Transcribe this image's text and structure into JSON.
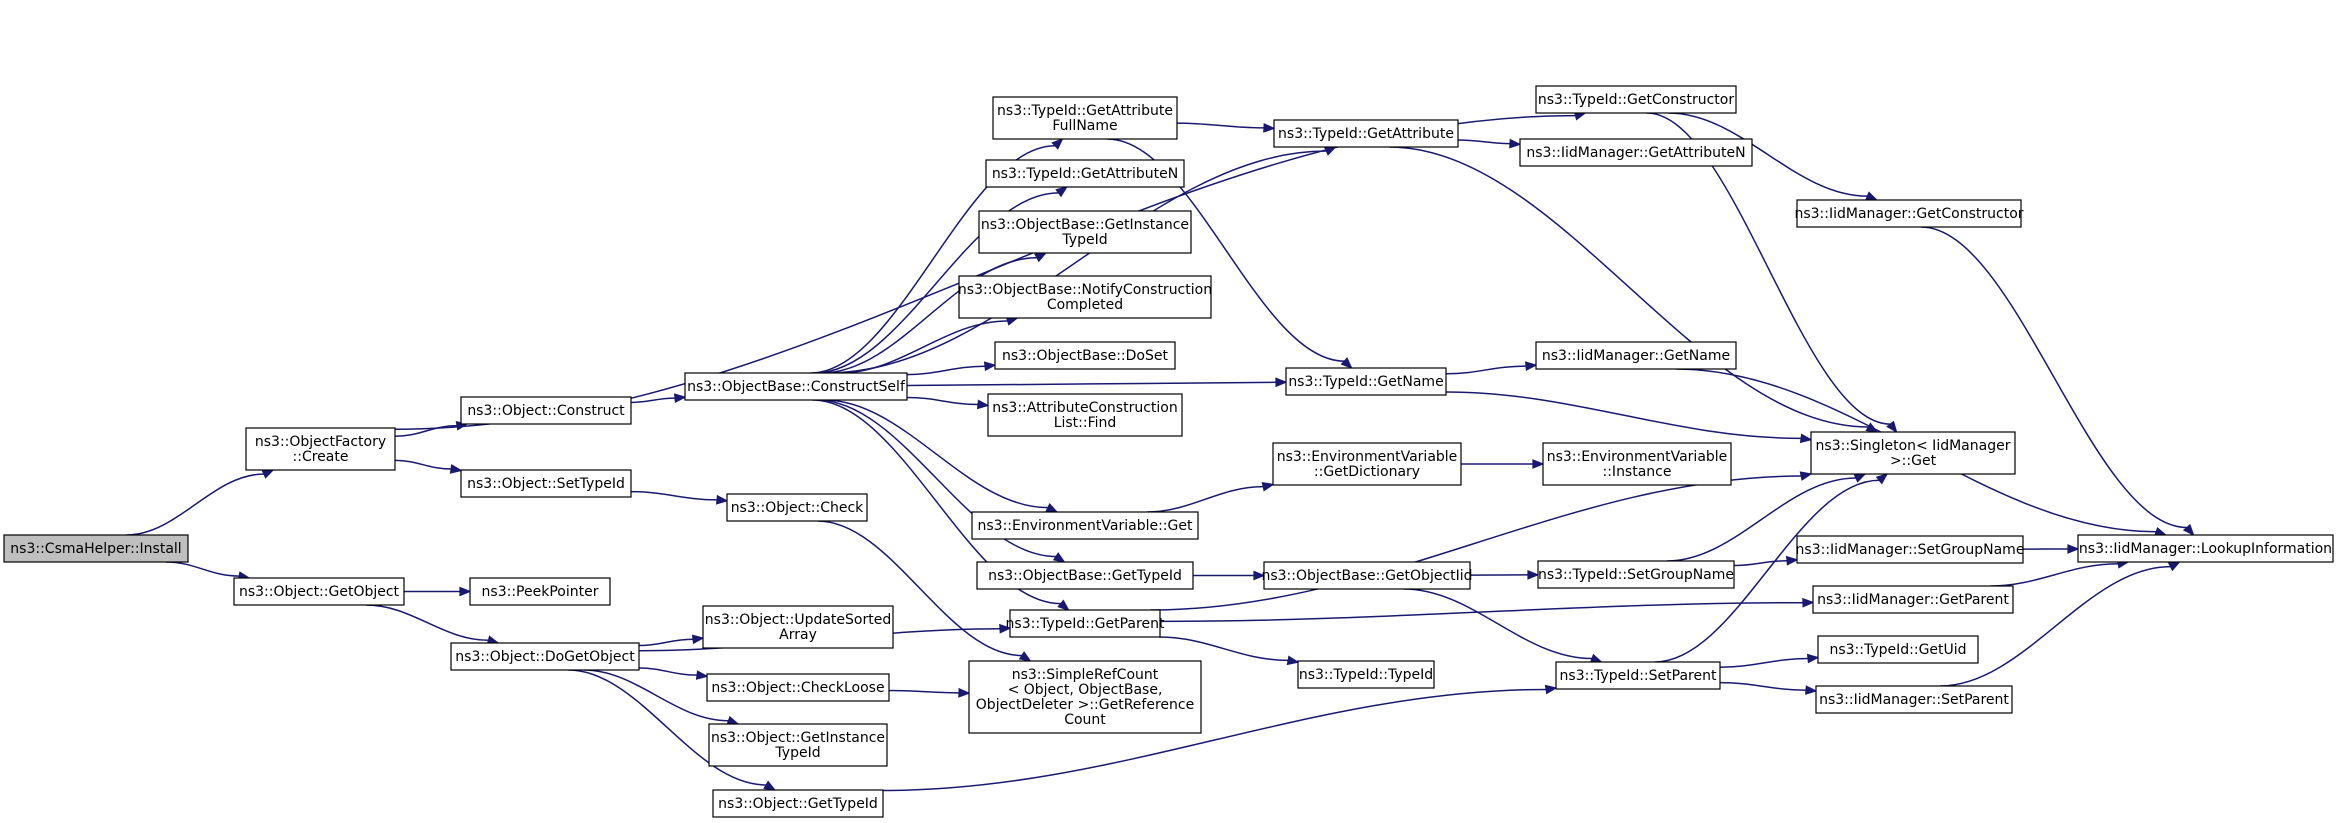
{
  "colors": {
    "edge": "#191970",
    "root_fill": "#bfbfbf",
    "node_fill": "#ffffff",
    "node_border": "#000000"
  },
  "nodes": [
    {
      "id": "install",
      "lines": [
        "ns3::CsmaHelper::Install"
      ],
      "root": true
    },
    {
      "id": "of_create",
      "lines": [
        "ns3::ObjectFactory",
        "::Create"
      ]
    },
    {
      "id": "obj_construct",
      "lines": [
        "ns3::Object::Construct"
      ]
    },
    {
      "id": "obj_settypeid",
      "lines": [
        "ns3::Object::SetTypeId"
      ]
    },
    {
      "id": "obj_check",
      "lines": [
        "ns3::Object::Check"
      ]
    },
    {
      "id": "ob_constructself",
      "lines": [
        "ns3::ObjectBase::ConstructSelf"
      ]
    },
    {
      "id": "tid_getattrfullname",
      "lines": [
        "ns3::TypeId::GetAttribute",
        "FullName"
      ]
    },
    {
      "id": "tid_getattributen",
      "lines": [
        "ns3::TypeId::GetAttributeN"
      ]
    },
    {
      "id": "ob_getinstancetypeid",
      "lines": [
        "ns3::ObjectBase::GetInstance",
        "TypeId"
      ]
    },
    {
      "id": "ob_notifyconstruction",
      "lines": [
        "ns3::ObjectBase::NotifyConstruction",
        "Completed"
      ]
    },
    {
      "id": "ob_doset",
      "lines": [
        "ns3::ObjectBase::DoSet"
      ]
    },
    {
      "id": "acl_find",
      "lines": [
        "ns3::AttributeConstruction",
        "List::Find"
      ]
    },
    {
      "id": "env_get",
      "lines": [
        "ns3::EnvironmentVariable::Get"
      ]
    },
    {
      "id": "ob_gettypeid",
      "lines": [
        "ns3::ObjectBase::GetTypeId"
      ]
    },
    {
      "id": "tid_getattribute",
      "lines": [
        "ns3::TypeId::GetAttribute"
      ]
    },
    {
      "id": "tid_getname",
      "lines": [
        "ns3::TypeId::GetName"
      ]
    },
    {
      "id": "env_getdictionary",
      "lines": [
        "ns3::EnvironmentVariable",
        "::GetDictionary"
      ]
    },
    {
      "id": "ob_getobjectiid",
      "lines": [
        "ns3::ObjectBase::GetObjectIid"
      ]
    },
    {
      "id": "tid_getconstructor",
      "lines": [
        "ns3::TypeId::GetConstructor"
      ]
    },
    {
      "id": "iid_getattributen",
      "lines": [
        "ns3::IidManager::GetAttributeN"
      ]
    },
    {
      "id": "iid_getconstructor",
      "lines": [
        "ns3::IidManager::GetConstructor"
      ]
    },
    {
      "id": "iid_getname",
      "lines": [
        "ns3::IidManager::GetName"
      ]
    },
    {
      "id": "env_instance",
      "lines": [
        "ns3::EnvironmentVariable",
        "::Instance"
      ]
    },
    {
      "id": "singleton_get",
      "lines": [
        "ns3::Singleton< IidManager",
        ">::Get"
      ]
    },
    {
      "id": "tid_setgroupname",
      "lines": [
        "ns3::TypeId::SetGroupName"
      ]
    },
    {
      "id": "iid_setgroupname",
      "lines": [
        "ns3::IidManager::SetGroupName"
      ]
    },
    {
      "id": "iid_lookupinfo",
      "lines": [
        "ns3::IidManager::LookupInformation"
      ]
    },
    {
      "id": "obj_getobject",
      "lines": [
        "ns3::Object::GetObject"
      ]
    },
    {
      "id": "peekpointer",
      "lines": [
        "ns3::PeekPointer"
      ]
    },
    {
      "id": "obj_dogetobject",
      "lines": [
        "ns3::Object::DoGetObject"
      ]
    },
    {
      "id": "obj_updatesorted",
      "lines": [
        "ns3::Object::UpdateSorted",
        "Array"
      ]
    },
    {
      "id": "obj_checkloose",
      "lines": [
        "ns3::Object::CheckLoose"
      ]
    },
    {
      "id": "obj_getinstancetypeid",
      "lines": [
        "ns3::Object::GetInstance",
        "TypeId"
      ]
    },
    {
      "id": "obj_gettypeid",
      "lines": [
        "ns3::Object::GetTypeId"
      ]
    },
    {
      "id": "simplerefcount",
      "lines": [
        "ns3::SimpleRefCount",
        "< Object, ObjectBase,",
        "ObjectDeleter >::GetReference",
        "Count"
      ]
    },
    {
      "id": "tid_getparent",
      "lines": [
        "ns3::TypeId::GetParent"
      ]
    },
    {
      "id": "tid_typeid",
      "lines": [
        "ns3::TypeId::TypeId"
      ]
    },
    {
      "id": "iid_getparent",
      "lines": [
        "ns3::IidManager::GetParent"
      ]
    },
    {
      "id": "tid_setparent",
      "lines": [
        "ns3::TypeId::SetParent"
      ]
    },
    {
      "id": "tid_getuid",
      "lines": [
        "ns3::TypeId::GetUid"
      ]
    },
    {
      "id": "iid_setparent",
      "lines": [
        "ns3::IidManager::SetParent"
      ]
    }
  ],
  "edges": [
    [
      "install",
      "of_create"
    ],
    [
      "install",
      "obj_getobject"
    ],
    [
      "of_create",
      "obj_construct"
    ],
    [
      "of_create",
      "obj_settypeid"
    ],
    [
      "of_create",
      "tid_getconstructor"
    ],
    [
      "obj_construct",
      "ob_constructself"
    ],
    [
      "obj_settypeid",
      "obj_check"
    ],
    [
      "obj_check",
      "simplerefcount"
    ],
    [
      "ob_constructself",
      "tid_getattrfullname"
    ],
    [
      "ob_constructself",
      "tid_getattributen"
    ],
    [
      "ob_constructself",
      "ob_getinstancetypeid"
    ],
    [
      "ob_constructself",
      "ob_notifyconstruction"
    ],
    [
      "ob_constructself",
      "ob_doset"
    ],
    [
      "ob_constructself",
      "acl_find"
    ],
    [
      "ob_constructself",
      "env_get"
    ],
    [
      "ob_constructself",
      "ob_gettypeid"
    ],
    [
      "ob_constructself",
      "tid_getattribute"
    ],
    [
      "ob_constructself",
      "tid_getname"
    ],
    [
      "ob_constructself",
      "tid_getparent"
    ],
    [
      "tid_getattrfullname",
      "tid_getattribute"
    ],
    [
      "tid_getattrfullname",
      "tid_getname"
    ],
    [
      "tid_getattribute",
      "iid_getattributen"
    ],
    [
      "tid_getattribute",
      "singleton_get"
    ],
    [
      "tid_getconstructor",
      "iid_getconstructor"
    ],
    [
      "tid_getconstructor",
      "singleton_get"
    ],
    [
      "iid_getconstructor",
      "iid_lookupinfo"
    ],
    [
      "tid_getname",
      "iid_getname"
    ],
    [
      "tid_getname",
      "singleton_get"
    ],
    [
      "iid_getname",
      "iid_lookupinfo"
    ],
    [
      "env_get",
      "env_getdictionary"
    ],
    [
      "env_getdictionary",
      "env_instance"
    ],
    [
      "ob_gettypeid",
      "ob_getobjectiid"
    ],
    [
      "ob_getobjectiid",
      "tid_setgroupname"
    ],
    [
      "ob_getobjectiid",
      "tid_setparent"
    ],
    [
      "tid_setgroupname",
      "iid_setgroupname"
    ],
    [
      "tid_setgroupname",
      "singleton_get"
    ],
    [
      "iid_setgroupname",
      "iid_lookupinfo"
    ],
    [
      "obj_getobject",
      "peekpointer"
    ],
    [
      "obj_getobject",
      "obj_dogetobject"
    ],
    [
      "obj_dogetobject",
      "tid_getparent"
    ],
    [
      "obj_dogetobject",
      "obj_updatesorted"
    ],
    [
      "obj_dogetobject",
      "obj_checkloose"
    ],
    [
      "obj_dogetobject",
      "obj_getinstancetypeid"
    ],
    [
      "obj_dogetobject",
      "obj_gettypeid"
    ],
    [
      "obj_checkloose",
      "simplerefcount"
    ],
    [
      "obj_gettypeid",
      "tid_setparent"
    ],
    [
      "tid_getparent",
      "singleton_get"
    ],
    [
      "tid_getparent",
      "iid_getparent"
    ],
    [
      "tid_getparent",
      "tid_typeid"
    ],
    [
      "iid_getparent",
      "iid_lookupinfo"
    ],
    [
      "tid_setparent",
      "singleton_get"
    ],
    [
      "tid_setparent",
      "tid_getuid"
    ],
    [
      "tid_setparent",
      "iid_setparent"
    ],
    [
      "iid_setparent",
      "iid_lookupinfo"
    ]
  ]
}
